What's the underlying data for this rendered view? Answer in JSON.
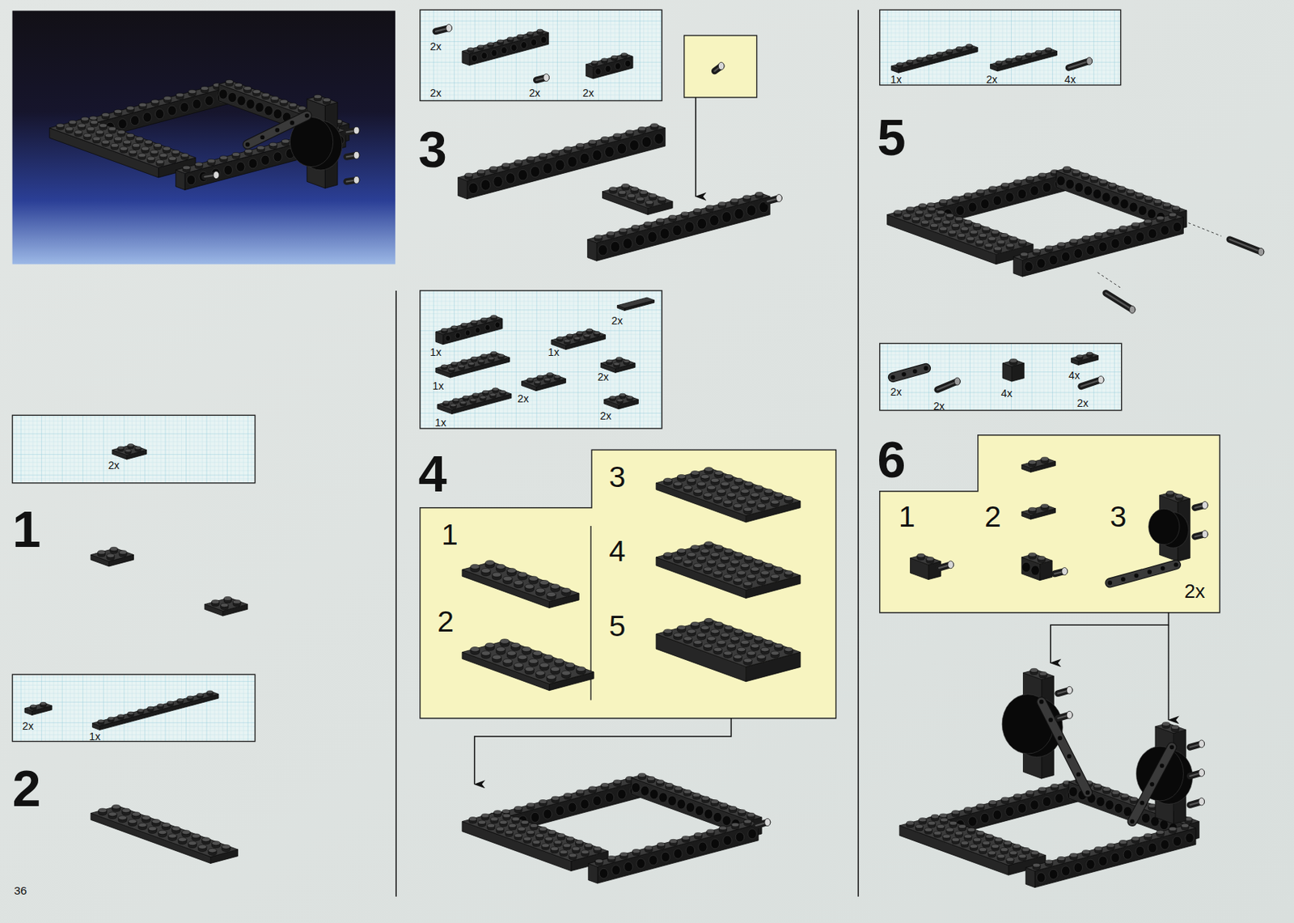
{
  "diagram": {
    "labels": [
      "2x",
      "1",
      "2x",
      "1x",
      "2",
      "2x",
      "2x",
      "2x",
      "2x",
      "3",
      "2x",
      "1x",
      "1x",
      "1x",
      "2x",
      "2x",
      "1x",
      "2x",
      "4",
      "1",
      "2",
      "3",
      "4",
      "5",
      "1x",
      "2x",
      "4x",
      "5",
      "2x",
      "2x",
      "4x",
      "4x",
      "2x",
      "6",
      "1",
      "2",
      "3",
      "2x",
      "36"
    ]
  }
}
